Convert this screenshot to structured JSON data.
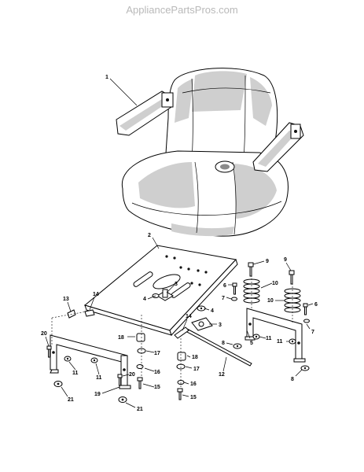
{
  "watermark": "AppliancePartsPros.com",
  "callouts": [
    "1",
    "2",
    "3",
    "3",
    "4",
    "4",
    "5",
    "6",
    "6",
    "7",
    "7",
    "8",
    "8",
    "9",
    "9",
    "10",
    "10",
    "11",
    "11",
    "11",
    "11",
    "12",
    "13",
    "14",
    "14",
    "15",
    "15",
    "16",
    "16",
    "17",
    "17",
    "18",
    "18",
    "19",
    "20",
    "20",
    "21",
    "21"
  ]
}
